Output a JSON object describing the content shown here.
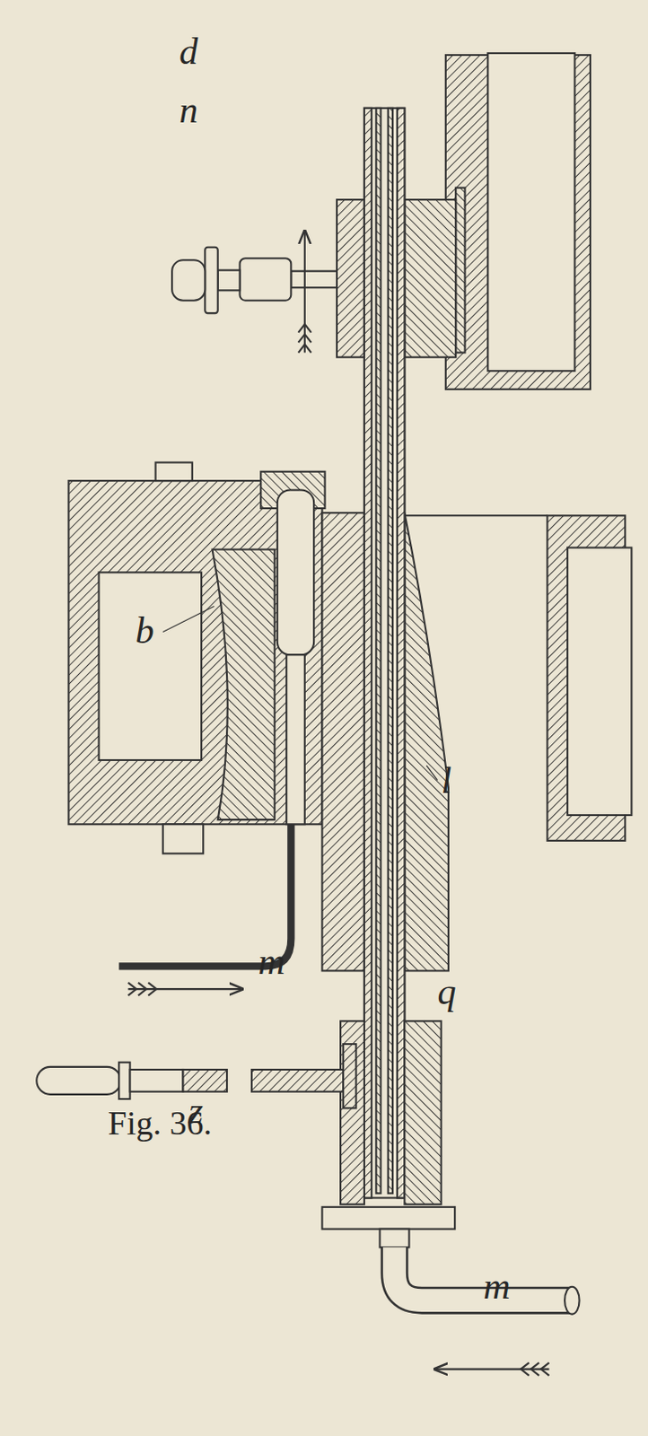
{
  "diagram": {
    "caption": "Fig. 36.",
    "labels": [
      "d",
      "n",
      "b",
      "l",
      "m",
      "q",
      "z",
      "m"
    ]
  }
}
